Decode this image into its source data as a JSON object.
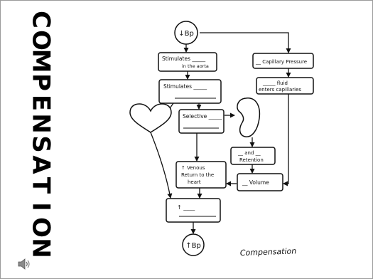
{
  "side_title": {
    "letters": [
      "C",
      "O",
      "M",
      "P",
      "E",
      "N",
      "S",
      "A",
      "T",
      "I",
      "O",
      "N"
    ]
  },
  "speaker_icon": "speaker-icon",
  "diagram": {
    "start_node": "↓Bp",
    "stimulates_aorta_line1": "Stimulates _____",
    "stimulates_aorta_line2": "in the aorta",
    "stimulates_line": "Stimulates _____",
    "capillary_pressure": "__ Capillary Pressure",
    "fluid_line1": "_____ fluid",
    "fluid_line2": "enters capillaries",
    "selective_line": "Selective _____",
    "and_line": "__ and __",
    "retention_line": "Retention",
    "volume_label": "__ Volume",
    "venous_line1": "↑ Venous",
    "venous_line2": "Return to the",
    "venous_line3": "heart",
    "up_line": "↑ ____",
    "end_node": "↑Bp",
    "caption": "Compensation"
  }
}
